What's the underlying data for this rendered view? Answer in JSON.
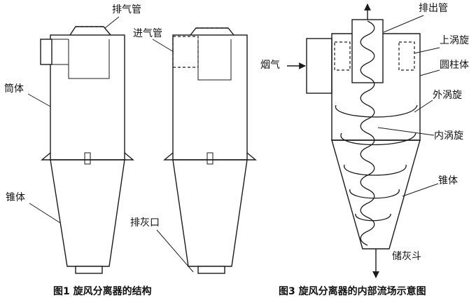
{
  "figure1": {
    "caption": "图1   旋风分离器的结构",
    "labels": {
      "exhaust_pipe": "排气管",
      "inlet_pipe": "进气管",
      "cylinder": "筒体",
      "cone": "锥体",
      "ash_outlet": "排灰口"
    }
  },
  "figure3": {
    "caption": "图3   旋风分离器的内部流场示意图",
    "labels": {
      "outlet_pipe": "排出管",
      "flue_gas": "烟气",
      "upper_vortex": "上涡旋",
      "cylinder": "圆柱体",
      "outer_vortex": "外涡旋",
      "inner_vortex": "内涡旋",
      "cone": "锥体",
      "ash_hopper": "储灰斗"
    }
  }
}
